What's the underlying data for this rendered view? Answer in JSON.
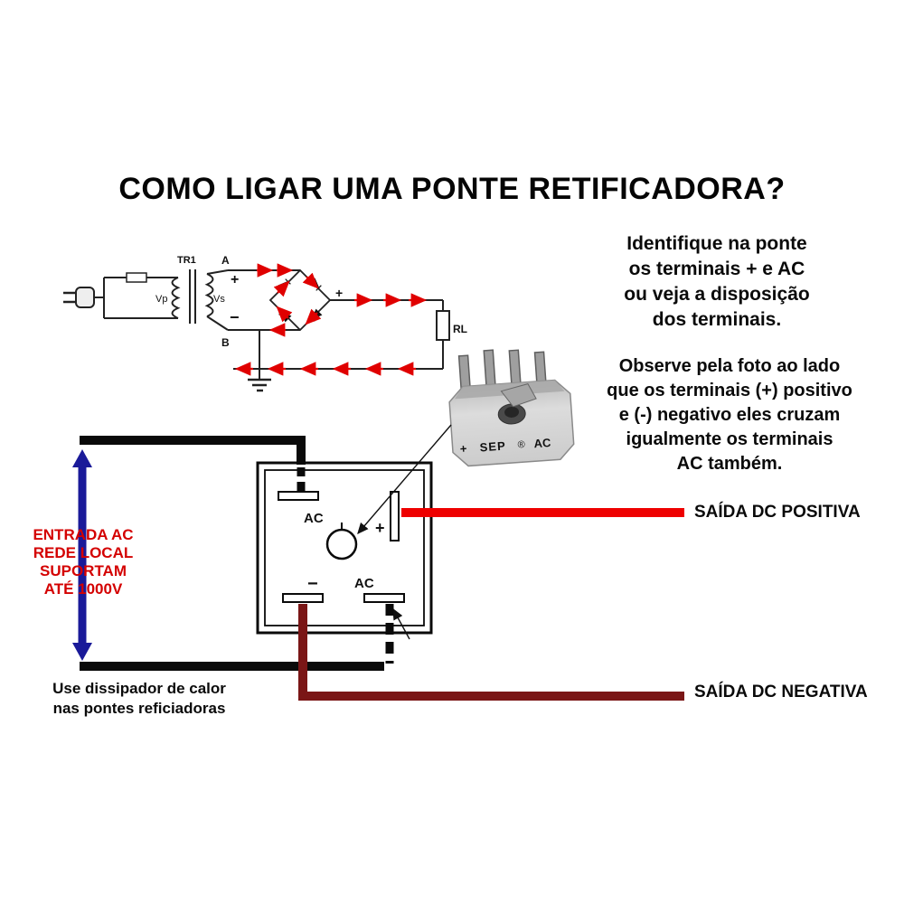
{
  "title": "COMO LIGAR UMA PONTE RETIFICADORA?",
  "schematic": {
    "tr1": "TR1",
    "vp": "Vp",
    "vs": "Vs",
    "terminal_a": "A",
    "plus_a": "+",
    "terminal_b": "B",
    "minus_b": "−",
    "bridge_plus": "+",
    "load": "RL"
  },
  "identify_note": {
    "lines": [
      "Identifique na ponte",
      "os terminais + e AC",
      "ou veja a disposição",
      "dos terminais."
    ]
  },
  "observe_note": {
    "lines": [
      "Observe pela foto ao lado",
      "que os terminais (+) positivo",
      "e (-) negativo eles cruzam",
      "igualmente os terminais",
      "AC também."
    ]
  },
  "photo_markings": {
    "plus": "+",
    "brand": "SEP",
    "cert": "®",
    "ac": "AC"
  },
  "bridge_labels": {
    "ac_top": "AC",
    "plus": "+",
    "minus": "−",
    "ac_bottom": "AC"
  },
  "input_label": {
    "lines": [
      "ENTRADA AC",
      "REDE LOCAL",
      "SUPORTAM",
      "ATÉ 1000V"
    ]
  },
  "heatsink_note": {
    "lines": [
      "Use dissipador de calor",
      "nas pontes reficiadoras"
    ]
  },
  "outputs": {
    "positive": "SAÍDA DC POSITIVA",
    "negative": "SAÍDA DC NEGATIVA"
  },
  "colors": {
    "ac_wire": "#0a0a0a",
    "dc_positive_wire": "#ee0000",
    "dc_negative_wire": "#7a1616",
    "input_arrow": "#1a1a99",
    "input_text": "#d40000",
    "flow_arrows": "#e00000"
  }
}
